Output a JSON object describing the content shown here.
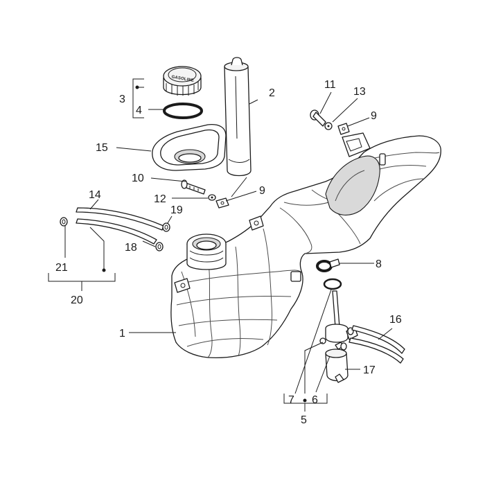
{
  "diagram": {
    "cap_lettering": "GASOLINE",
    "callouts": [
      {
        "id": "c1",
        "label": "1"
      },
      {
        "id": "c2",
        "label": "2"
      },
      {
        "id": "c3",
        "label": "3"
      },
      {
        "id": "c4",
        "label": "4"
      },
      {
        "id": "c5",
        "label": "5"
      },
      {
        "id": "c6",
        "label": "6"
      },
      {
        "id": "c7",
        "label": "7"
      },
      {
        "id": "c8",
        "label": "8"
      },
      {
        "id": "c9a",
        "label": "9"
      },
      {
        "id": "c9b",
        "label": "9"
      },
      {
        "id": "c10",
        "label": "10"
      },
      {
        "id": "c11",
        "label": "11"
      },
      {
        "id": "c12",
        "label": "12"
      },
      {
        "id": "c13",
        "label": "13"
      },
      {
        "id": "c14",
        "label": "14"
      },
      {
        "id": "c15",
        "label": "15"
      },
      {
        "id": "c16",
        "label": "16"
      },
      {
        "id": "c17",
        "label": "17"
      },
      {
        "id": "c18",
        "label": "18"
      },
      {
        "id": "c19",
        "label": "19"
      },
      {
        "id": "c20",
        "label": "20"
      },
      {
        "id": "c21",
        "label": "21"
      }
    ]
  }
}
